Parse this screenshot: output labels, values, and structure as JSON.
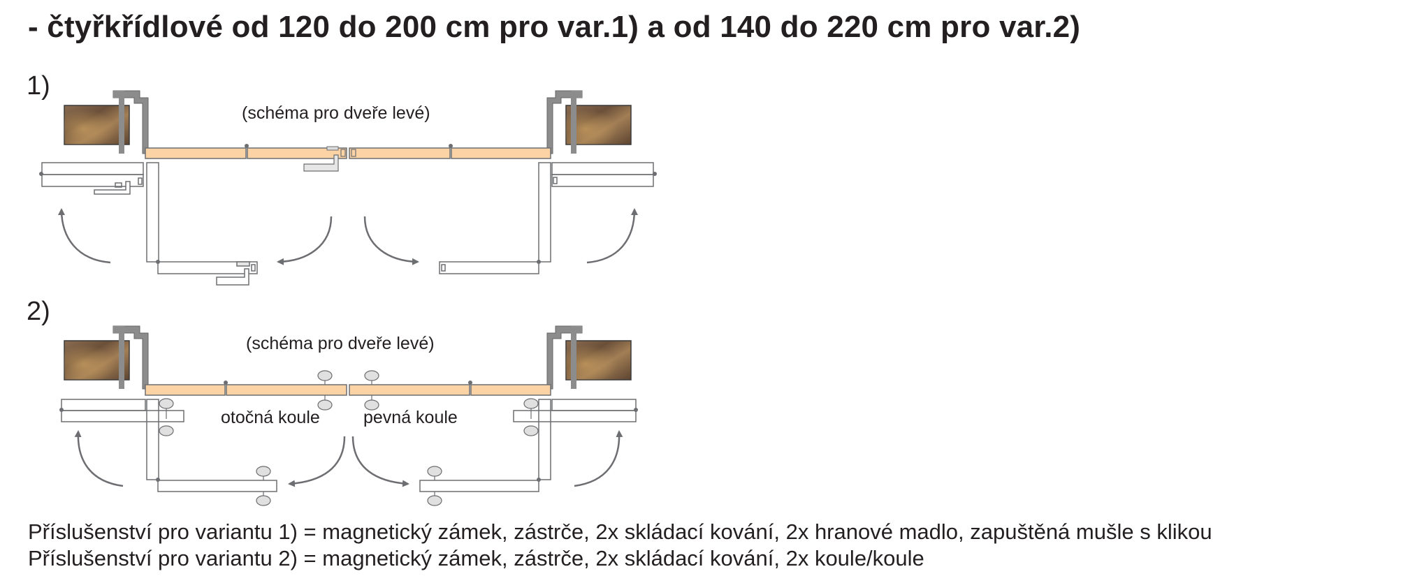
{
  "title": "- čtyřkřídlové od 120 do 200 cm pro var.1) a od 140 do 220 cm pro var.2)",
  "variant1": {
    "label": "1)",
    "caption": "(schéma pro dveře levé)"
  },
  "variant2": {
    "label": "2)",
    "caption": "(schéma pro dveře levé)",
    "rotating_knob_label": "otočná koule",
    "fixed_knob_label": "pevná koule"
  },
  "accessories": [
    "Příslušenství pro variantu 1) = magnetický zámek, zástrče, 2x skládací kování, 2x hranové madlo, zapuštěná mušle s klikou",
    "Příslušenství pro variantu 2) = magnetický zámek, zástrče, 2x skládací kování, 2x koule/koule"
  ],
  "colors": {
    "door_panel": "#fbd3a4",
    "frame": "#808080",
    "outline": "#5a5a5a",
    "arrow": "#6d6e71",
    "wall": "#7a6048"
  }
}
